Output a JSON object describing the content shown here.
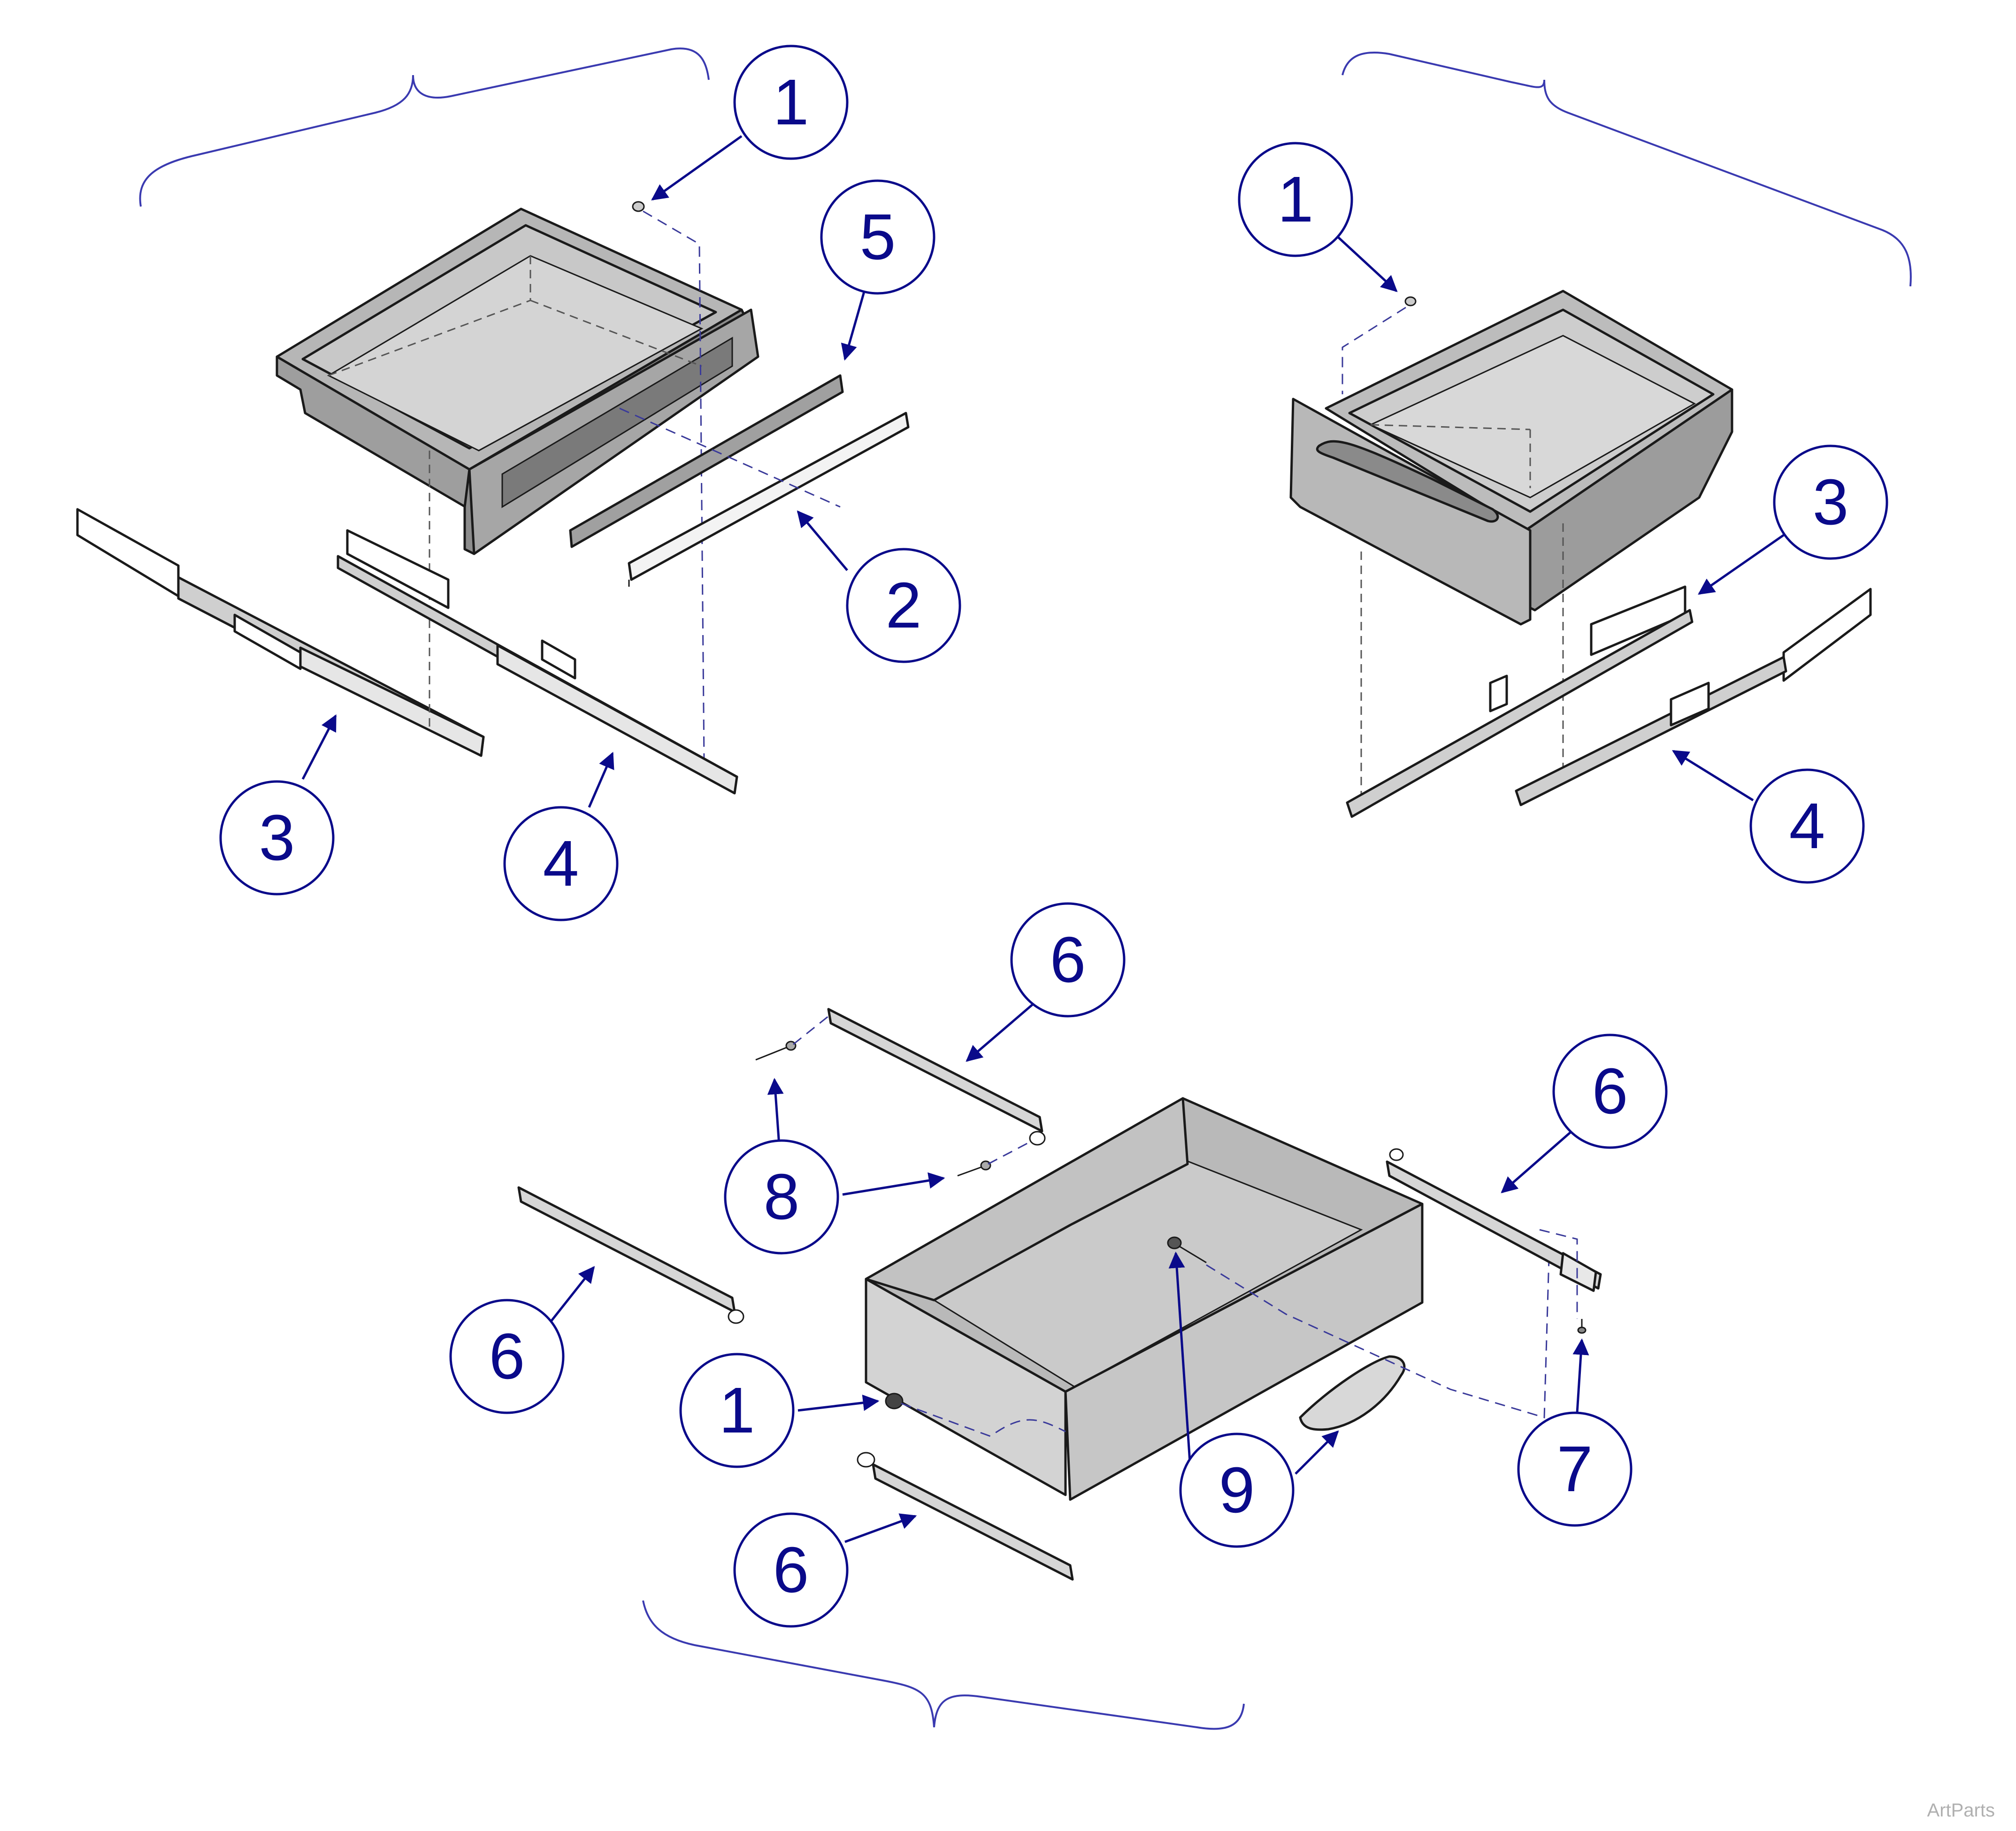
{
  "watermark": "ArtParts",
  "callouts": [
    {
      "id": "tl-1",
      "label": "1"
    },
    {
      "id": "tl-5",
      "label": "5"
    },
    {
      "id": "tl-2",
      "label": "2"
    },
    {
      "id": "tl-3",
      "label": "3"
    },
    {
      "id": "tl-4",
      "label": "4"
    },
    {
      "id": "tr-1",
      "label": "1"
    },
    {
      "id": "tr-3",
      "label": "3"
    },
    {
      "id": "tr-4",
      "label": "4"
    },
    {
      "id": "b-6a",
      "label": "6"
    },
    {
      "id": "b-6b",
      "label": "6"
    },
    {
      "id": "b-8",
      "label": "8"
    },
    {
      "id": "b-6c",
      "label": "6"
    },
    {
      "id": "b-1",
      "label": "1"
    },
    {
      "id": "b-9",
      "label": "9"
    },
    {
      "id": "b-7",
      "label": "7"
    },
    {
      "id": "b-6d",
      "label": "6"
    }
  ]
}
